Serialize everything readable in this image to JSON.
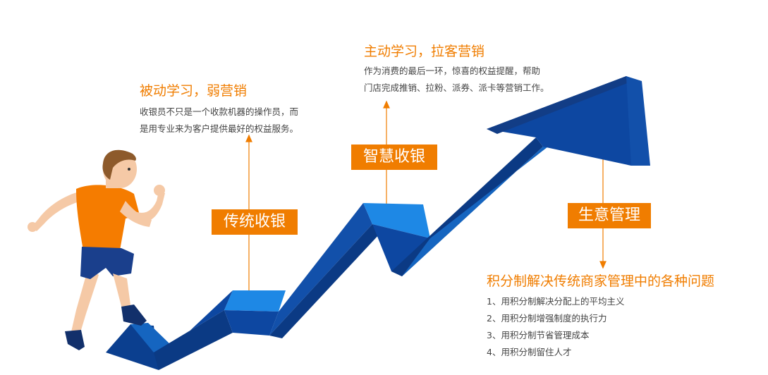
{
  "stages": [
    {
      "badge": "传统收银",
      "title": "被动学习，弱营销",
      "desc_lines": [
        "收银员不只是一个收款机器的操作员，而",
        "是用专业来为客户提供最好的权益服务。"
      ]
    },
    {
      "badge": "智慧收银",
      "title": "主动学习，拉客营销",
      "desc_lines": [
        "作为消费的最后一环，惊喜的权益提醒，帮助",
        "门店完成推销、拉粉、派券、派卡等营销工作。"
      ]
    },
    {
      "badge": "生意管理",
      "title": "积分制解决传统商家管理中的各种问题",
      "items": [
        "1、用积分制解决分配上的平均主义",
        "2、用积分制增强制度的执行力",
        "3、用积分制节省管理成本",
        "4、用积分制留住人才"
      ]
    }
  ],
  "colors": {
    "accent": "#f07d00",
    "arrow_dark": "#0d47a1",
    "arrow_light": "#1e88e5",
    "text": "#444444"
  }
}
